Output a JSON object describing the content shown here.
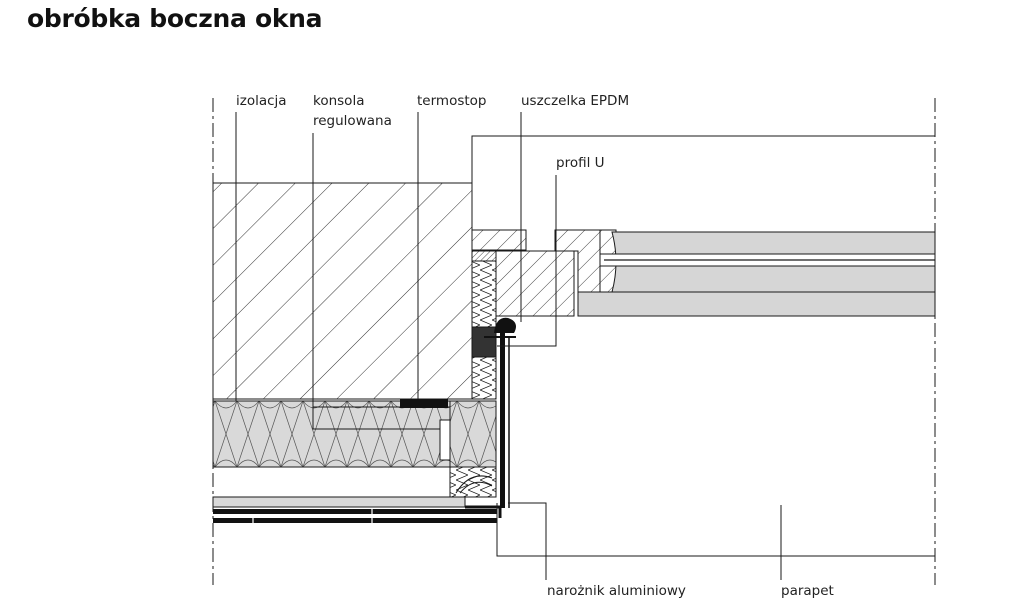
{
  "title": "obróbka boczna okna",
  "labels": {
    "izolacja": "izolacja",
    "konsola_line1": "konsola",
    "konsola_line2": "regulowana",
    "termostop": "termostop",
    "uszczelka": "uszczelka EPDM",
    "profil_u": "profil U",
    "naroznik": "narożnik aluminiowy",
    "parapet": "parapet"
  },
  "colors": {
    "line": "#1a1a1a",
    "wool_fill": "#d9d9d9",
    "frame_fill": "#d6d6d6",
    "dark_fill": "#333333",
    "black": "#111111"
  }
}
